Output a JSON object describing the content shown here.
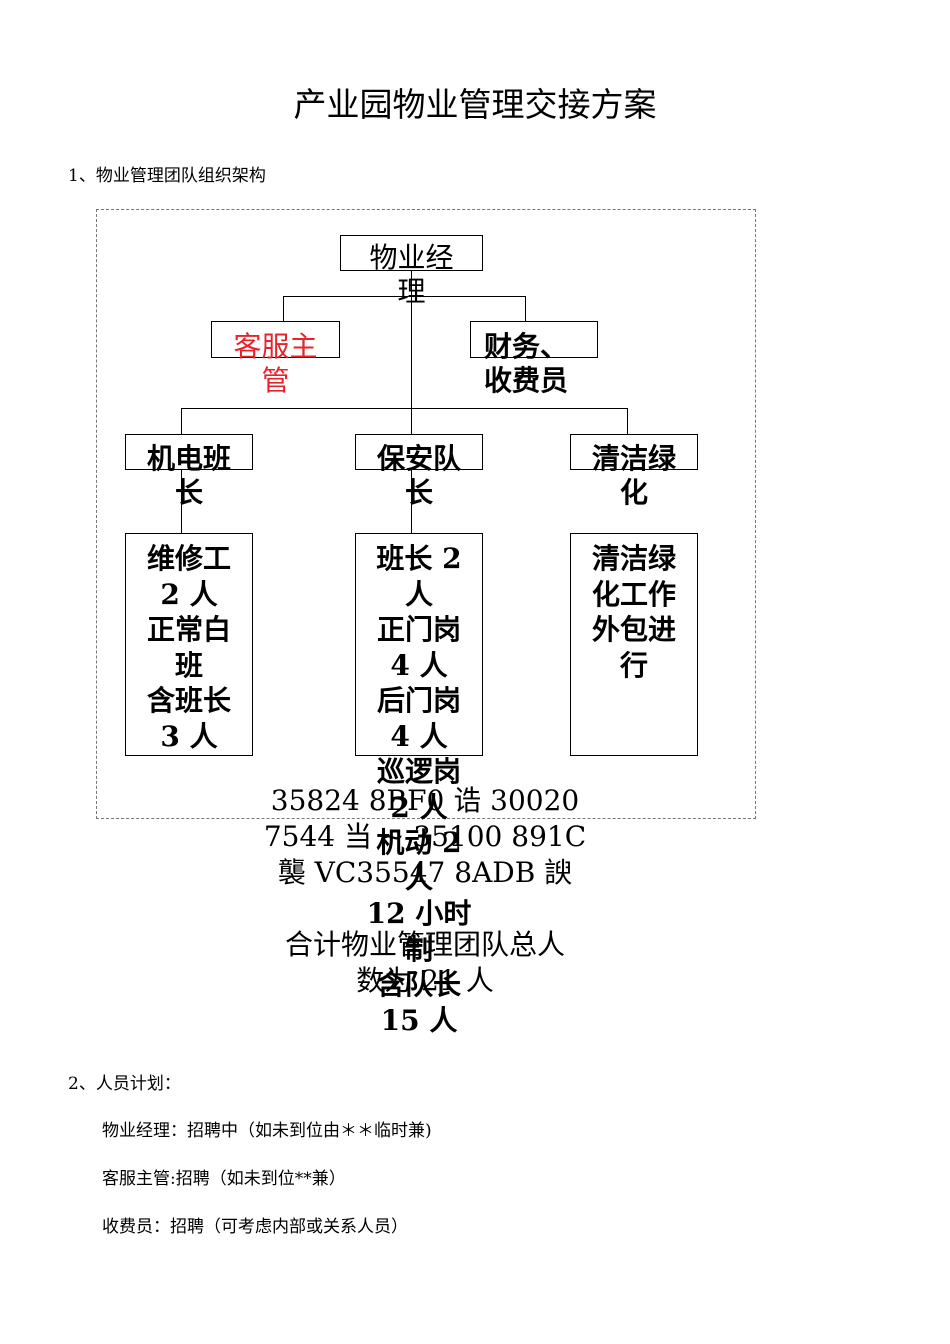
{
  "title": "产业园物业管理交接方案",
  "section1": {
    "heading": "1、物业管理团队组织架构"
  },
  "org": {
    "manager": {
      "line1": "物业经",
      "line2": "理"
    },
    "cs_supervisor": {
      "line1": "客服主",
      "line2": "管",
      "color": "#e8232a"
    },
    "finance": {
      "line1": "财务、",
      "line2": "收费员"
    },
    "mep_lead": {
      "line1": "机电班",
      "line2": "长"
    },
    "security_lead": {
      "line1": "保安队",
      "line2": "长"
    },
    "cleaning": {
      "line1": "清洁绿",
      "line2": "化"
    },
    "mep_detail": [
      "维修工",
      "2 人",
      "正常白",
      "班",
      "含班长",
      "3 人"
    ],
    "security_detail": [
      "班长 2",
      "人",
      "正门岗",
      "4 人",
      "后门岗",
      "4 人",
      "巡逻岗",
      "2 人",
      "机动 2",
      "人",
      "12 小时",
      "制",
      "含队长",
      "15 人"
    ],
    "cleaning_detail": [
      "清洁绿",
      "化工作",
      "外包进",
      "行"
    ]
  },
  "overlay_text": {
    "line1": "35824 8BF0  诰 30020",
    "line2": "7544  当 ~ 35100 891C",
    "line3": "襲 VC35547 8ADB  諛",
    "total1": "合计物业管理团队总人",
    "total2": "数为 21 人"
  },
  "section2": {
    "heading": "2、人员计划：",
    "items": [
      "物业经理：招聘中（如未到位由＊＊临时兼)",
      "客服主管:招聘（如未到位**兼）",
      "收费员：招聘（可考虑内部或关系人员）"
    ]
  }
}
